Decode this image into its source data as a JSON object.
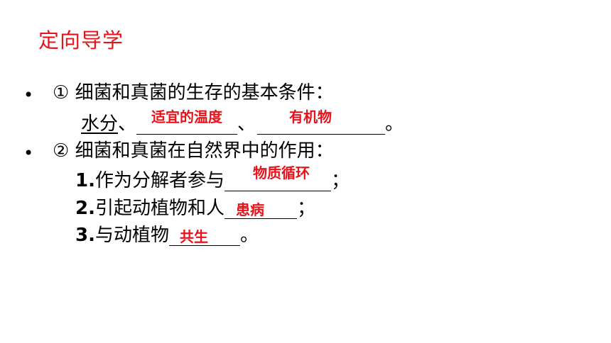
{
  "title": "定向导学",
  "item1": {
    "marker": "①",
    "text": "细菌和真菌的生存的基本条件：",
    "line2_prefix": "水分",
    "sep1": "、",
    "sep2": "、",
    "end": "。",
    "answers": [
      "适宜的温度",
      "有机物"
    ]
  },
  "item2": {
    "marker": "②",
    "text": "细菌和真菌在自然界中的作用：",
    "sub": [
      {
        "num": "1.",
        "text": "作为分解者参与",
        "answer": "物质循环",
        "end": "；"
      },
      {
        "num": "2.",
        "text": "引起动植物和人",
        "answer": "患病",
        "end": "；"
      },
      {
        "num": "3.",
        "text": "与动植物",
        "answer": "共生",
        "end": "。"
      }
    ]
  },
  "colors": {
    "accent": "#e8121b",
    "text": "#000000",
    "background": "#ffffff"
  },
  "icons": [
    "bullet-dot-icon",
    "circled-number-icon"
  ]
}
